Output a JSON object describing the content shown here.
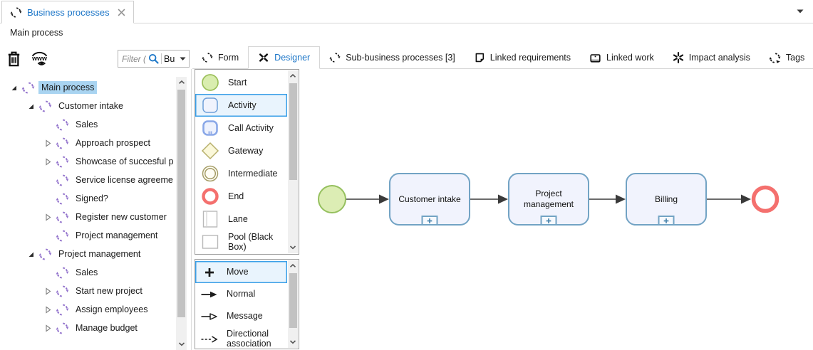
{
  "window": {
    "tab_label": "Business processes"
  },
  "page": {
    "title": "Main process"
  },
  "filter": {
    "placeholder": "Filter (",
    "value": "Bu"
  },
  "tabs": {
    "items": [
      {
        "label": "Form",
        "icon": "process-icon",
        "selected": false
      },
      {
        "label": "Designer",
        "icon": "designer-icon",
        "selected": true
      },
      {
        "label": "Sub-business processes [3]",
        "icon": "process-icon",
        "selected": false
      },
      {
        "label": "Linked requirements",
        "icon": "note-icon",
        "selected": false
      },
      {
        "label": "Linked work",
        "icon": "briefcase-icon",
        "selected": false
      },
      {
        "label": "Impact analysis",
        "icon": "impact-icon",
        "selected": false
      },
      {
        "label": "Tags",
        "icon": "tags-icon",
        "selected": false
      }
    ]
  },
  "tree": {
    "items": [
      {
        "label": "Main process",
        "level": 0,
        "expander": "expanded",
        "selected": true
      },
      {
        "label": "Customer intake",
        "level": 1,
        "expander": "expanded",
        "selected": false
      },
      {
        "label": "Sales",
        "level": 2,
        "expander": "none",
        "selected": false
      },
      {
        "label": "Approach prospect",
        "level": 2,
        "expander": "collapsed",
        "selected": false
      },
      {
        "label": "Showcase of succesful p",
        "level": 2,
        "expander": "collapsed",
        "selected": false
      },
      {
        "label": "Service license agreeme",
        "level": 2,
        "expander": "none",
        "selected": false
      },
      {
        "label": "Signed?",
        "level": 2,
        "expander": "none",
        "selected": false
      },
      {
        "label": "Register new customer",
        "level": 2,
        "expander": "collapsed",
        "selected": false
      },
      {
        "label": "Project management",
        "level": 2,
        "expander": "none",
        "selected": false
      },
      {
        "label": "Project management",
        "level": 1,
        "expander": "expanded",
        "selected": false
      },
      {
        "label": "Sales",
        "level": 2,
        "expander": "none",
        "selected": false
      },
      {
        "label": "Start new project",
        "level": 2,
        "expander": "collapsed",
        "selected": false
      },
      {
        "label": "Assign employees",
        "level": 2,
        "expander": "collapsed",
        "selected": false
      },
      {
        "label": "Manage budget",
        "level": 2,
        "expander": "collapsed",
        "selected": false
      }
    ]
  },
  "shape_palette": {
    "items": [
      {
        "label": "Start",
        "icon": "start-event-shape",
        "selected": false
      },
      {
        "label": "Activity",
        "icon": "activity-shape",
        "selected": true
      },
      {
        "label": "Call Activity",
        "icon": "call-activity-shape",
        "selected": false
      },
      {
        "label": "Gateway",
        "icon": "gateway-shape",
        "selected": false
      },
      {
        "label": "Intermediate",
        "icon": "intermediate-event-shape",
        "selected": false
      },
      {
        "label": "End",
        "icon": "end-event-shape",
        "selected": false
      },
      {
        "label": "Lane",
        "icon": "lane-shape",
        "selected": false
      },
      {
        "label": "Pool (Black Box)",
        "icon": "pool-shape",
        "selected": false
      }
    ]
  },
  "connector_palette": {
    "items": [
      {
        "label": "Move",
        "icon": "move-tool",
        "selected": true
      },
      {
        "label": "Normal",
        "icon": "normal-flow",
        "selected": false
      },
      {
        "label": "Message",
        "icon": "message-flow",
        "selected": false
      },
      {
        "label": "Directional association",
        "icon": "directional-association",
        "selected": false
      }
    ]
  },
  "diagram": {
    "nodes": [
      {
        "label": "Customer intake"
      },
      {
        "label": "Project management"
      },
      {
        "label": "Billing"
      }
    ],
    "events": {
      "start": "start-event",
      "end": "end-event"
    }
  },
  "colors": {
    "accent_blue": "#1c76c8",
    "tree_selection": "#a9d4f1",
    "tree_icon_purple": "#9272cc",
    "palette_selected_border": "#3ba0e8",
    "node_border": "#72a3c4",
    "node_fill": "#f1f3fd",
    "start_fill": "#dcedb4",
    "start_border": "#95c05e",
    "end_stroke": "#f4706e",
    "flow_arrow": "#3a3a3a"
  }
}
